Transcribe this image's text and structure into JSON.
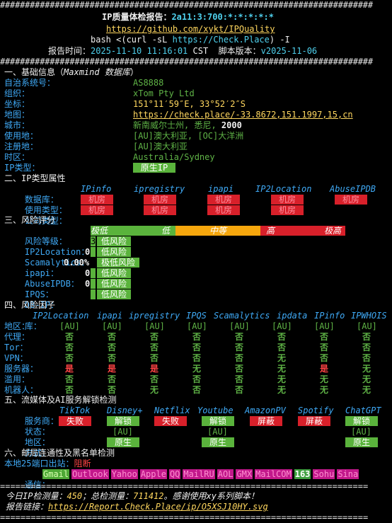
{
  "title": {
    "prefix": "IP质量体检报告：",
    "ip": "2a11:3:700:*:*:*:*:*",
    "repo": "https://github.com/xykt/IPQuality",
    "cmd_a": "bash <(curl -sL ",
    "cmd_b": "https://Check.Place",
    "cmd_c": ") -I",
    "time_label": "报告时间：",
    "time_value": "2025-11-10 11:16:01",
    "tz": " CST  ",
    "ver_label": "脚本版本：",
    "ver_value": "v2025-11-06"
  },
  "separator": "###########################################################################",
  "basic": {
    "header": "一、基础信息（",
    "header_src": "Maxmind 数据库",
    "header_end": "）",
    "asn_label": "自治系统号：",
    "asn": "AS8888",
    "org_label": "组织：",
    "org": "xTom Pty Ltd",
    "coord_label": "坐标：",
    "coord": "151°11′59″E, 33°52′2″S",
    "map_label": "地图：",
    "map": "https://check.place/-33.8672,151.1997,15,cn",
    "city_label": "城市：",
    "city_name": "新南威尔士州, 悉尼, ",
    "city_code": "2000",
    "use_label": "使用地：",
    "use": "[AU]澳大利亚, [OC]大洋洲",
    "reg_label": "注册地：",
    "reg": "[AU]澳大利亚",
    "tz_label": "时区：",
    "tz": "Australia/Sydney",
    "type_label": "IP类型：",
    "type": " 原生IP "
  },
  "iptype": {
    "header": "二、IP类型属性",
    "db_label": "数据库：",
    "dbs": [
      "IPinfo",
      "ipregistry",
      "ipapi",
      "IP2Location",
      "AbuseIPDB"
    ],
    "use_label": "使用类型：",
    "use_values": [
      " 机房 ",
      " 机房 ",
      " 机房 ",
      " 机房 ",
      " 机房 "
    ],
    "co_label": "公司类型：",
    "co_values": [
      " 机房 ",
      " 机房 ",
      " 机房 ",
      " 机房 "
    ]
  },
  "risk": {
    "header": "三、风险评分",
    "level_label": "风险等级：",
    "levels": [
      "极低",
      "低",
      "中等",
      "高",
      "极高"
    ],
    "rows": [
      {
        "label": "IP2Location：",
        "score": "3",
        "text": "低风险"
      },
      {
        "label": "Scamalytics：",
        "score": "0",
        "text": "低风险"
      },
      {
        "label": "ipapi：",
        "score": "0.00%",
        "text": "极低风险"
      },
      {
        "label": "AbuseIPDB：",
        "score": "0",
        "text": "低风险"
      },
      {
        "label": "IPQS：",
        "score": "0",
        "text": "低风险"
      },
      {
        "label": "DB-IP：",
        "score": "",
        "text": "低风险"
      }
    ]
  },
  "factors": {
    "header": "四、风险因子",
    "lib_label": "库：",
    "libs": [
      "IP2Location",
      "ipapi",
      "ipregistry",
      "IPQS",
      "Scamalytics",
      "ipdata",
      "IPinfo",
      "IPWHOIS"
    ],
    "rows": [
      {
        "label": "地区：",
        "vals": [
          "[AU]",
          "[AU]",
          "[AU]",
          "[AU]",
          "[AU]",
          "[AU]",
          "[AU]",
          "[AU]"
        ]
      },
      {
        "label": "代理：",
        "vals": [
          "否",
          "否",
          "否",
          "否",
          "否",
          "否",
          "否",
          "否"
        ]
      },
      {
        "label": "Tor：",
        "vals": [
          "否",
          "否",
          "否",
          "否",
          "否",
          "否",
          "否",
          "否"
        ]
      },
      {
        "label": "VPN：",
        "vals": [
          "否",
          "否",
          "否",
          "否",
          "否",
          "无",
          "否",
          "否"
        ]
      },
      {
        "label": "服务器：",
        "vals": [
          "是",
          "是",
          "是",
          "无",
          "否",
          "无",
          "是",
          "无"
        ]
      },
      {
        "label": "滥用：",
        "vals": [
          "否",
          "否",
          "否",
          "否",
          "否",
          "无",
          "无",
          "无"
        ]
      },
      {
        "label": "机器人：",
        "vals": [
          "否",
          "否",
          "无",
          "否",
          "否",
          "无",
          "无",
          "无"
        ]
      }
    ]
  },
  "media": {
    "header": "五、流媒体及AI服务解锁检测",
    "svc_label": "服务商：",
    "services": [
      "TikTok",
      "Disney+",
      "Netflix",
      "Youtube",
      "AmazonPV",
      "Spotify",
      "ChatGPT"
    ],
    "status_label": "状态：",
    "status": [
      " 失败 ",
      " 解锁 ",
      " 失败 ",
      " 解锁 ",
      " 屏蔽 ",
      " 屏蔽 ",
      " 解锁 "
    ],
    "region_label": "地区：",
    "regions": [
      "",
      "[AU]",
      "",
      "[AU]",
      "",
      "",
      "[AU]"
    ],
    "method_label": "方式：",
    "methods": [
      "",
      " 原生 ",
      "",
      " 原生 ",
      "",
      "",
      " 原生 "
    ]
  },
  "mail": {
    "header": "六、邮局连通性及黑名单检测",
    "port_label": "本地25端口出站：",
    "port_value": "阻断",
    "conn_label": "通信：",
    "providers": [
      "Gmail",
      "Outlook",
      "Yahoo",
      "Apple",
      "QQ",
      "MailRU",
      "AOL",
      "GMX",
      "MailCOM",
      "163",
      "Sohu",
      "Sina"
    ]
  },
  "footer": {
    "dashes": "========================================================================",
    "count_a": "今日IP检测量：",
    "today": "450",
    "count_b": "；总检测量：",
    "total": "711412",
    "count_c": "。感谢使用xy系列脚本！",
    "link_label": "报告链接：",
    "link": "https://Report.Check.Place/ip/O5XSJ10HY.svg"
  }
}
